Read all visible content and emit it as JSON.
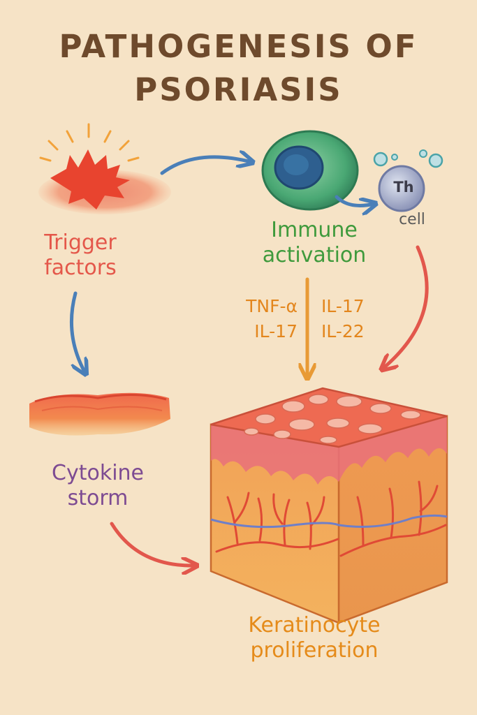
{
  "title": {
    "line1": "PATHOGENESIS OF",
    "line2": "PSORIASIS"
  },
  "nodes": {
    "trigger": "Trigger\nfactors",
    "immune": "Immune\nactivation",
    "th_cell": {
      "symbol": "Th",
      "label": "cell"
    },
    "cytokine_storm": "Cytokine\nstorm",
    "keratinocyte": "Keratinocyte\nproliferation"
  },
  "cytokines": {
    "left": [
      "TNF-α",
      "IL-17"
    ],
    "right": [
      "IL-17",
      "IL-22"
    ]
  },
  "colors": {
    "background": "#f6e3c6",
    "title": "#6e4a2c",
    "trigger": "#e4574a",
    "immune": "#3f9a3c",
    "cytokine_storm": "#7d4b92",
    "keratinocyte": "#e58b1a",
    "arrow_blue": "#4a7fb8",
    "arrow_red": "#e2574c",
    "arrow_orange": "#e89a35"
  }
}
